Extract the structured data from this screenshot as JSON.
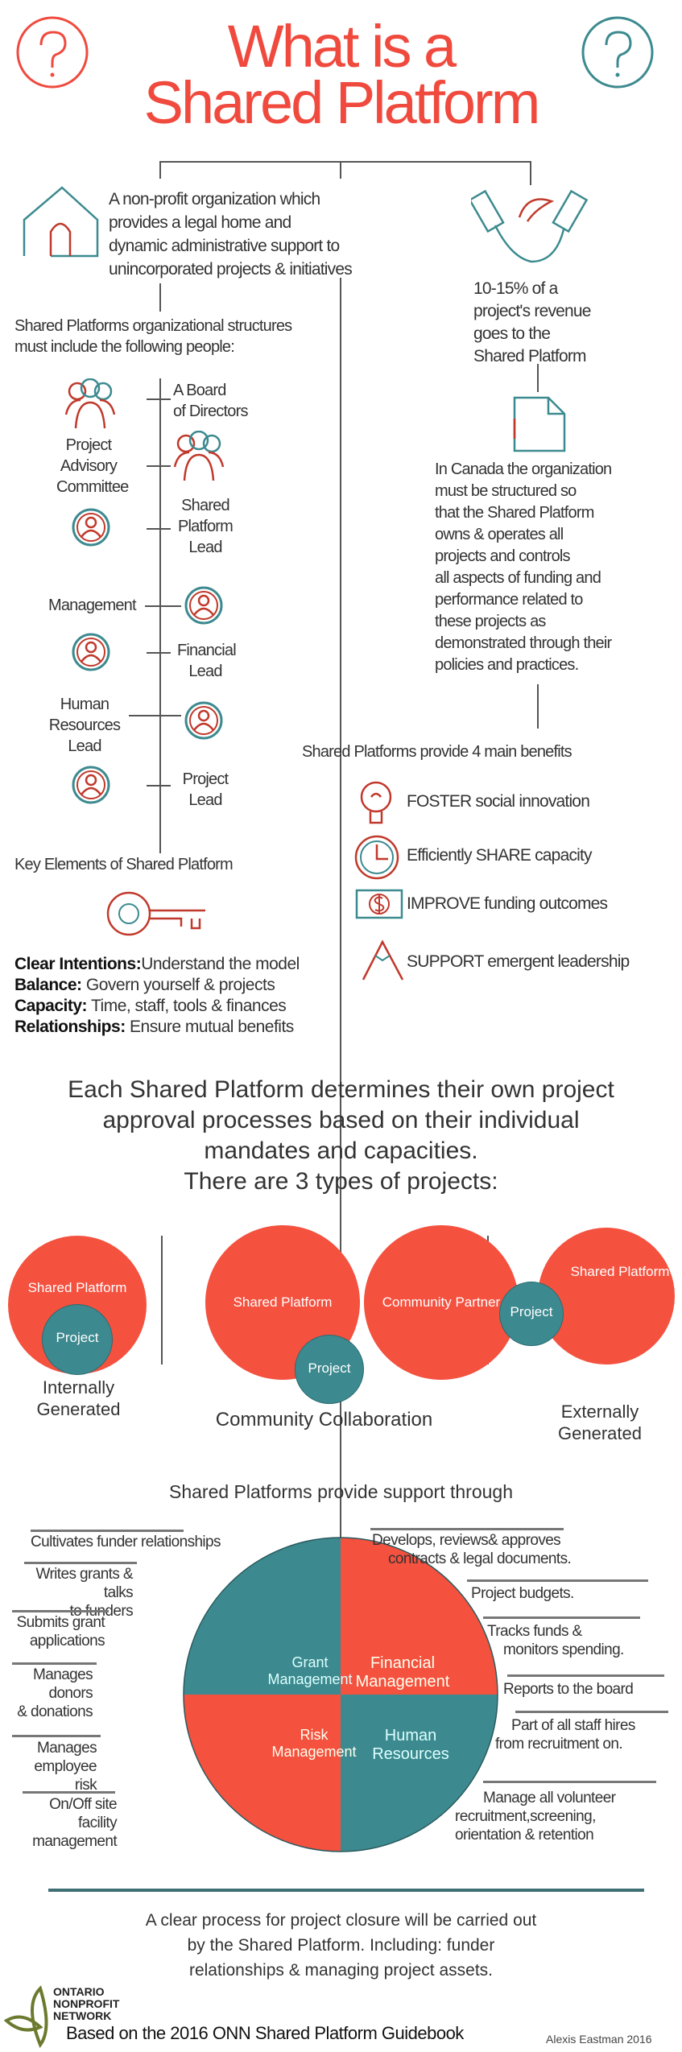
{
  "colors": {
    "accent_red": "#f4513f",
    "accent_teal": "#3c8a8f",
    "logo_green": "#6b7a2e"
  },
  "header": {
    "title_line1": "What is a",
    "title_line2": "Shared Platform",
    "left_icon": "question-circle-icon",
    "right_icon": "question-circle-icon"
  },
  "definition": {
    "icon": "house-icon",
    "text": [
      "A non-profit organization which",
      "provides a legal home and",
      "dynamic administrative support to",
      "unincorporated projects & initiatives"
    ]
  },
  "revenue": {
    "icon": "handshake-icon",
    "text": [
      "10-15% of a",
      "project's revenue",
      "goes to the",
      "Shared Platform"
    ]
  },
  "canada": {
    "icon": "document-icon",
    "text": [
      "In Canada the organization",
      "must be structured so",
      "that the Shared Platform",
      "owns & operates all",
      "projects and controls",
      "all aspects of funding and",
      "performance related to",
      "these projects as",
      "demonstrated through their",
      "policies and practices."
    ]
  },
  "structure": {
    "heading": [
      "Shared Platforms organizational structures",
      "must include the following people:"
    ],
    "people": [
      {
        "label": [
          "A Board",
          "of Directors"
        ],
        "icon": "group-icon"
      },
      {
        "label": [
          "Project",
          "Advisory",
          "Committee"
        ],
        "icon": "group-icon"
      },
      {
        "label": [
          "Shared",
          "Platform",
          "Lead"
        ],
        "icon": "person-circle-icon"
      },
      {
        "label": [
          "Management"
        ],
        "icon": "person-circle-icon"
      },
      {
        "label": [
          "Financial",
          "Lead"
        ],
        "icon": "person-circle-icon"
      },
      {
        "label": [
          "Human",
          "Resources",
          "Lead"
        ],
        "icon": "person-circle-icon"
      },
      {
        "label": [
          "Project",
          "Lead"
        ],
        "icon": "person-circle-icon"
      }
    ]
  },
  "benefits": {
    "heading": "Shared Platforms provide 4 main benefits",
    "items": [
      {
        "icon": "lightbulb-icon",
        "text": "FOSTER social innovation"
      },
      {
        "icon": "clock-icon",
        "text": "Efficiently SHARE capacity"
      },
      {
        "icon": "dollar-bill-icon",
        "text": "IMPROVE funding outcomes"
      },
      {
        "icon": "mountain-icon",
        "text": "SUPPORT emergent leadership"
      }
    ]
  },
  "key_elements": {
    "heading": "Key Elements of  Shared Platform",
    "icon": "key-icon",
    "items": [
      {
        "label": "Clear Intentions:",
        "text": "Understand the model"
      },
      {
        "label": "Balance:",
        "text": " Govern yourself & projects"
      },
      {
        "label": "Capacity:",
        "text": " Time, staff, tools & finances"
      },
      {
        "label": "Relationships:",
        "text": " Ensure mutual benefits"
      }
    ]
  },
  "projects": {
    "intro": [
      "Each Shared Platform determines their own project",
      "approval processes based on their individual",
      "mandates and capacities.",
      "There are 3 types of projects:"
    ],
    "types": [
      {
        "name": [
          "Internally",
          "Generated"
        ],
        "circles": [
          "Shared Platform",
          "Project"
        ]
      },
      {
        "name": [
          "Community Collaboration"
        ],
        "circles": [
          "Shared Platform",
          "Community Partner",
          "Project"
        ]
      },
      {
        "name": [
          "Externally",
          "Generated"
        ],
        "circles": [
          "Shared Platform",
          "Project"
        ]
      }
    ]
  },
  "support": {
    "heading": "Shared Platforms provide support through",
    "quadrants": [
      "Grant Management",
      "Financial Management",
      "Risk Management",
      "Human Resources"
    ],
    "left_notes": [
      [
        "Cultivates funder relationships"
      ],
      [
        "Writes grants & talks",
        "to funders"
      ],
      [
        "Submits grant",
        "applications"
      ],
      [
        "Manages donors",
        "& donations"
      ],
      [
        "Manages",
        "employee risk"
      ],
      [
        "On/Off site facility",
        "management"
      ]
    ],
    "right_notes": [
      [
        "Develops, reviews& approves",
        "contracts & legal documents."
      ],
      [
        "Project budgets."
      ],
      [
        "Tracks funds &",
        "monitors spending."
      ],
      [
        "Reports to the board"
      ],
      [
        "Part of all staff hires",
        "from recruitment on."
      ],
      [
        "Manage all volunteer",
        "recruitment,screening,",
        "orientation & retention"
      ]
    ]
  },
  "closure": [
    "A clear process for project closure will be carried out",
    "by the Shared Platform. Including: funder",
    "relationships & managing project assets."
  ],
  "footer": {
    "logo_text": [
      "ONTARIO",
      "NONPROFIT",
      "NETWORK"
    ],
    "source": "Based on the 2016 ONN Shared Platform Guidebook",
    "author": "Alexis Eastman 2016"
  }
}
